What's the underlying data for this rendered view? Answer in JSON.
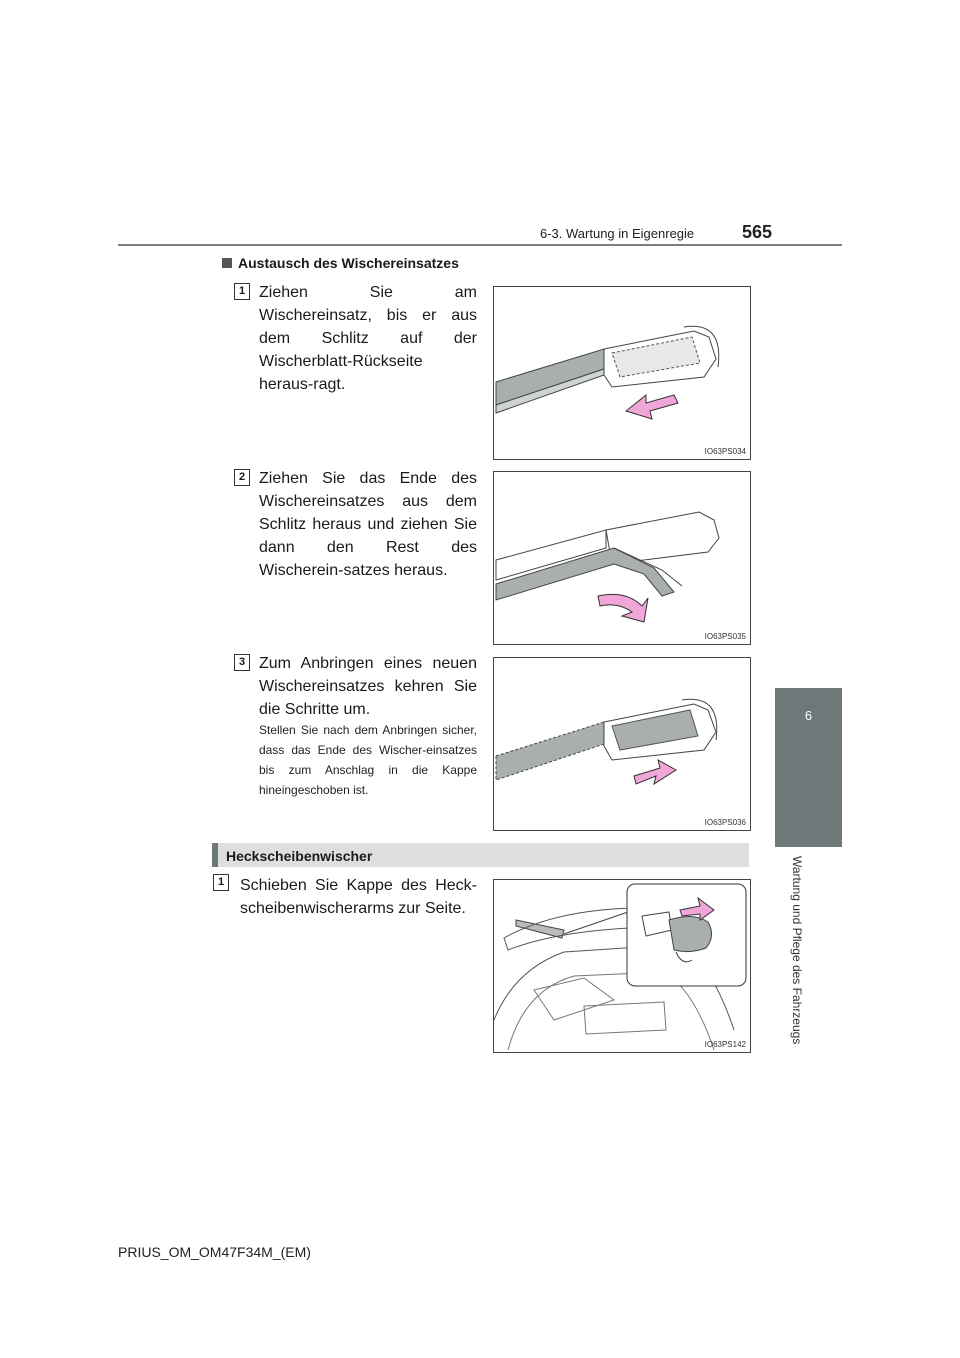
{
  "header": {
    "section": "6-3. Wartung in Eigenregie",
    "page_number": "565"
  },
  "side_tab": {
    "chapter_number": "6",
    "chapter_title": "Wartung und Pflege des Fahrzeugs"
  },
  "main": {
    "subheading": "Austausch des Wischereinsatzes",
    "steps": [
      {
        "number": "1",
        "text": "Ziehen Sie am Wischereinsatz, bis er aus dem Schlitz auf der Wischerblatt-Rückseite heraus-ragt.",
        "figure_code": "IO63PS034"
      },
      {
        "number": "2",
        "text": "Ziehen Sie das Ende des Wischereinsatzes aus dem Schlitz heraus und ziehen Sie dann den Rest des Wischerein-satzes heraus.",
        "figure_code": "IO63PS035"
      },
      {
        "number": "3",
        "text": "Zum Anbringen eines neuen Wischereinsatzes kehren Sie die Schritte um.",
        "note": "Stellen Sie nach dem Anbringen sicher, dass das Ende des Wischer-einsatzes bis zum Anschlag in die Kappe hineingeschoben ist.",
        "figure_code": "IO63PS036"
      }
    ],
    "section_title": "Heckscheibenwischer",
    "rear_steps": [
      {
        "number": "1",
        "text": "Schieben Sie Kappe des Heck-scheibenwischerarms zur Seite.",
        "figure_code": "IO63PS142"
      }
    ]
  },
  "footer": {
    "doc_code": "PRIUS_OM_OM47F34M_(EM)"
  },
  "colors": {
    "tab": "#6f7878",
    "arrow": "#f0a6d6",
    "section_bar": "#dedede"
  }
}
